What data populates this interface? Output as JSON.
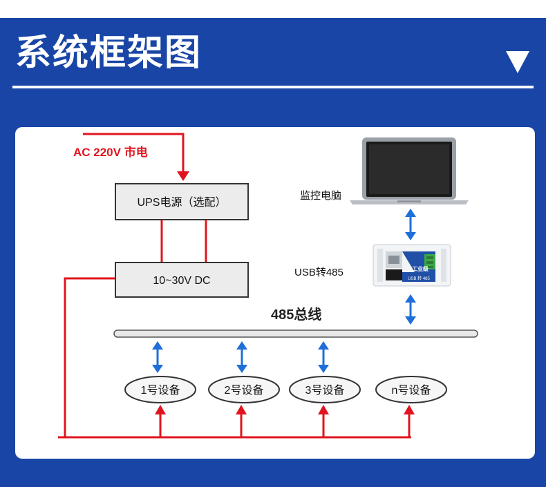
{
  "header": {
    "title": "系统框架图",
    "dropdown_icon": "triangle-down-icon"
  },
  "colors": {
    "header_blue": "#1946a6",
    "power_red": "#e0141e",
    "data_blue": "#1e6fd9",
    "box_fill": "#ececec",
    "box_stroke": "#333333"
  },
  "diagram": {
    "ac_label": "AC 220V 市电",
    "ups_label": "UPS电源（选配）",
    "dc_label": "10~30V DC",
    "pc_label": "监控电脑",
    "converter_label": "USB转485",
    "bus_label": "485总线",
    "converter_face_text": "工业级",
    "converter_sub_text": "USB 转 485",
    "devices": [
      "1号设备",
      "2号设备",
      "3号设备",
      "n号设备"
    ]
  }
}
